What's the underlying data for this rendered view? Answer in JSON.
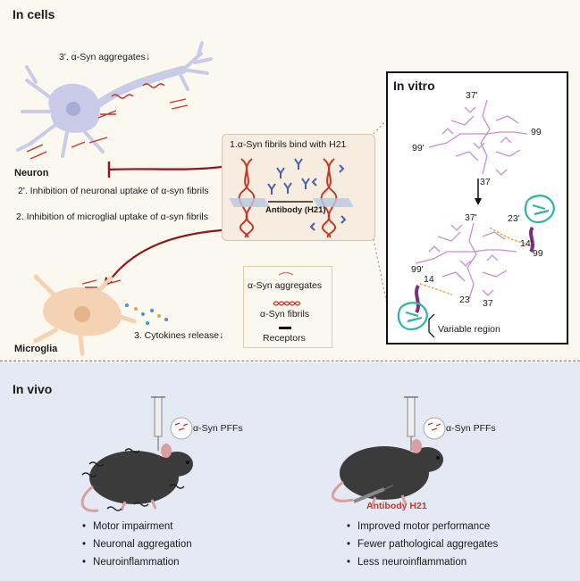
{
  "in_cells": {
    "title": "In cells",
    "neuron_label": "Neuron",
    "microglia_label": "Microglia",
    "aggregates_down": "3'. α-Syn aggregates↓",
    "inhibition_neuronal": "2'. Inhibition of neuronal uptake of α-syn fibrils",
    "inhibition_microglial": "2. Inhibition of microglial uptake of α-syn fibrils",
    "cytokines": "3. Cytokines release↓"
  },
  "center_box": {
    "title": "1.α-Syn fibrils bind with H21",
    "antibody_label": "Antibody (H21)"
  },
  "legend": {
    "aggregates": "α-Syn aggregates",
    "fibrils": "α-Syn fibrils",
    "receptors": "Receptors"
  },
  "in_vitro": {
    "title": "In vitro",
    "top_37a": "37'",
    "top_99": "99",
    "top_99a": "99'",
    "top_37": "37",
    "b_37a": "37'",
    "b_23a": "23'",
    "b_14a": "14'",
    "b_99": "99",
    "b_99a": "99'",
    "b_14": "14",
    "b_23": "23",
    "b_37": "37",
    "variable_region": "Variable region"
  },
  "in_vivo": {
    "title": "In vivo",
    "pff_left": "α-Syn PFFs",
    "pff_right": "α-Syn PFFs",
    "antibody_label": "Antibody H21",
    "left_effects": [
      "Motor impairment",
      "Neuronal aggregation",
      "Neuroinflammation"
    ],
    "right_effects": [
      "Improved motor performance",
      "Fewer pathological aggregates",
      "Less neuroinflammation"
    ]
  },
  "colors": {
    "fibril": "#c0392b",
    "aggregate": "#e07b7b",
    "antibody": "#4a5fa8",
    "neuron": "#c9cbe8",
    "microglia": "#f3d3b3",
    "inhibit_arrow": "#8b1a1a",
    "peptide": "#c88fd0",
    "antibody_protein": "#2fb3a6",
    "mouse": "#3b3b3b",
    "antibody_h21_text": "#c0392b"
  }
}
